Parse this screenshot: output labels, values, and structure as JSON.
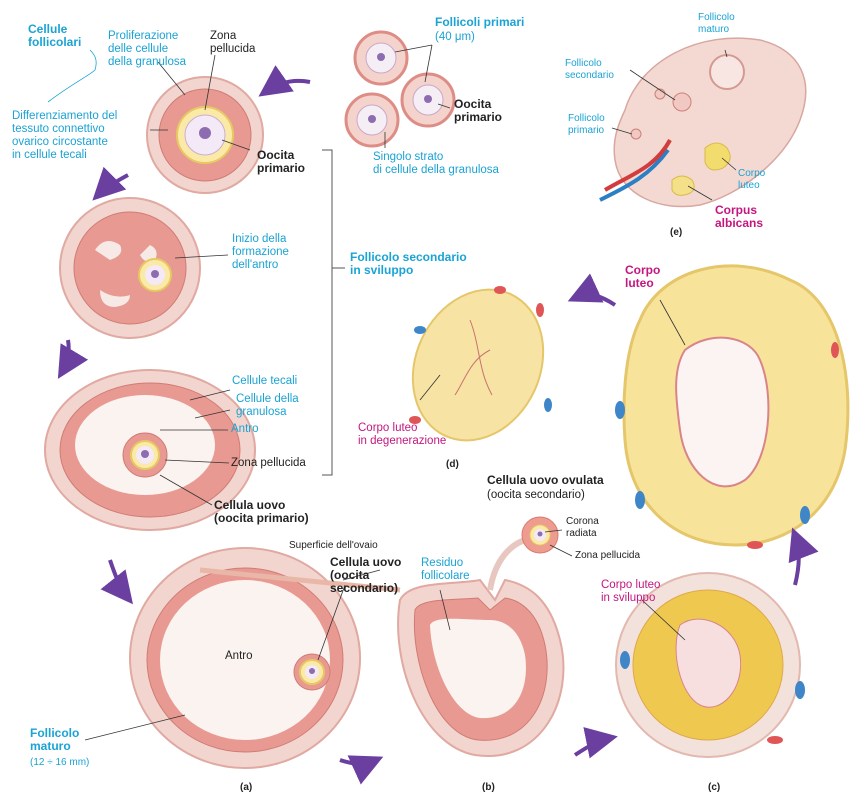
{
  "colors": {
    "label_blue": "#1aa3d4",
    "label_magenta": "#c4167f",
    "arrow_purple": "#6b3fa0",
    "tissue_pink": "#f2c4bc",
    "cell_red": "#dd7f78",
    "luteum_yellow": "#f3df85"
  },
  "labels": {
    "cellule_follicolari": "Cellule\nfollicolari",
    "proliferazione": "Proliferazione\ndelle cellule\ndella granulosa",
    "zona_pellucida_top": "Zona\npellucida",
    "differenziamento": "Differenziamento del\ntessuto connettivo\novarico circostante\nin cellule tecali",
    "oocita_primario_left": "Oocita\nprimario",
    "follicoli_primari": "Follicoli primari",
    "follicoli_primari_size": "(40 μm)",
    "oocita_primario_center": "Oocita\nprimario",
    "singolo_strato": "Singolo strato\ndi cellule della granulosa",
    "follicolo_maturo_e": "Follicolo\nmaturo",
    "follicolo_secondario_e": "Follicolo\nsecondario",
    "follicolo_primario_e": "Follicolo\nprimario",
    "corpo_luteo_e": "Corpo\nluteo",
    "corpus_albicans": "Corpus\nalbicans",
    "panel_e": "(e)",
    "inizio_antro": "Inizio della\nformazione\ndell'antro",
    "follicolo_secondario_sviluppo": "Follicolo secondario\nin sviluppo",
    "cellule_tecali": "Cellule tecali",
    "cellule_granulosa": "Cellule della\ngranulosa",
    "antro_mid": "Antro",
    "zona_pellucida_mid": "Zona pellucida",
    "cellula_uovo_primario": "Cellula uovo\n(oocita primario)",
    "corpo_luteo_d": "Corpo\nluteo",
    "corpo_luteo_degenerazione": "Corpo luteo\nin degenerazione",
    "panel_d": "(d)",
    "superficie_ovaio": "Superficie dell'ovaio",
    "cellula_uovo_secondario": "Cellula uovo\n(oocita\nsecondario)",
    "antro_a": "Antro",
    "follicolo_maturo_a": "Follicolo\nmaturo",
    "follicolo_maturo_size": "(12 ÷ 16 mm)",
    "panel_a": "(a)",
    "cellula_uovo_ovulata": "Cellula uovo ovulata",
    "oocita_secondario_paren": "(oocita secondario)",
    "corona_radiata": "Corona\nradiata",
    "zona_pellucida_b": "Zona pellucida",
    "residuo_follicolare": "Residuo\nfollicolare",
    "panel_b": "(b)",
    "corpo_luteo_sviluppo": "Corpo luteo\nin sviluppo",
    "panel_c": "(c)"
  }
}
